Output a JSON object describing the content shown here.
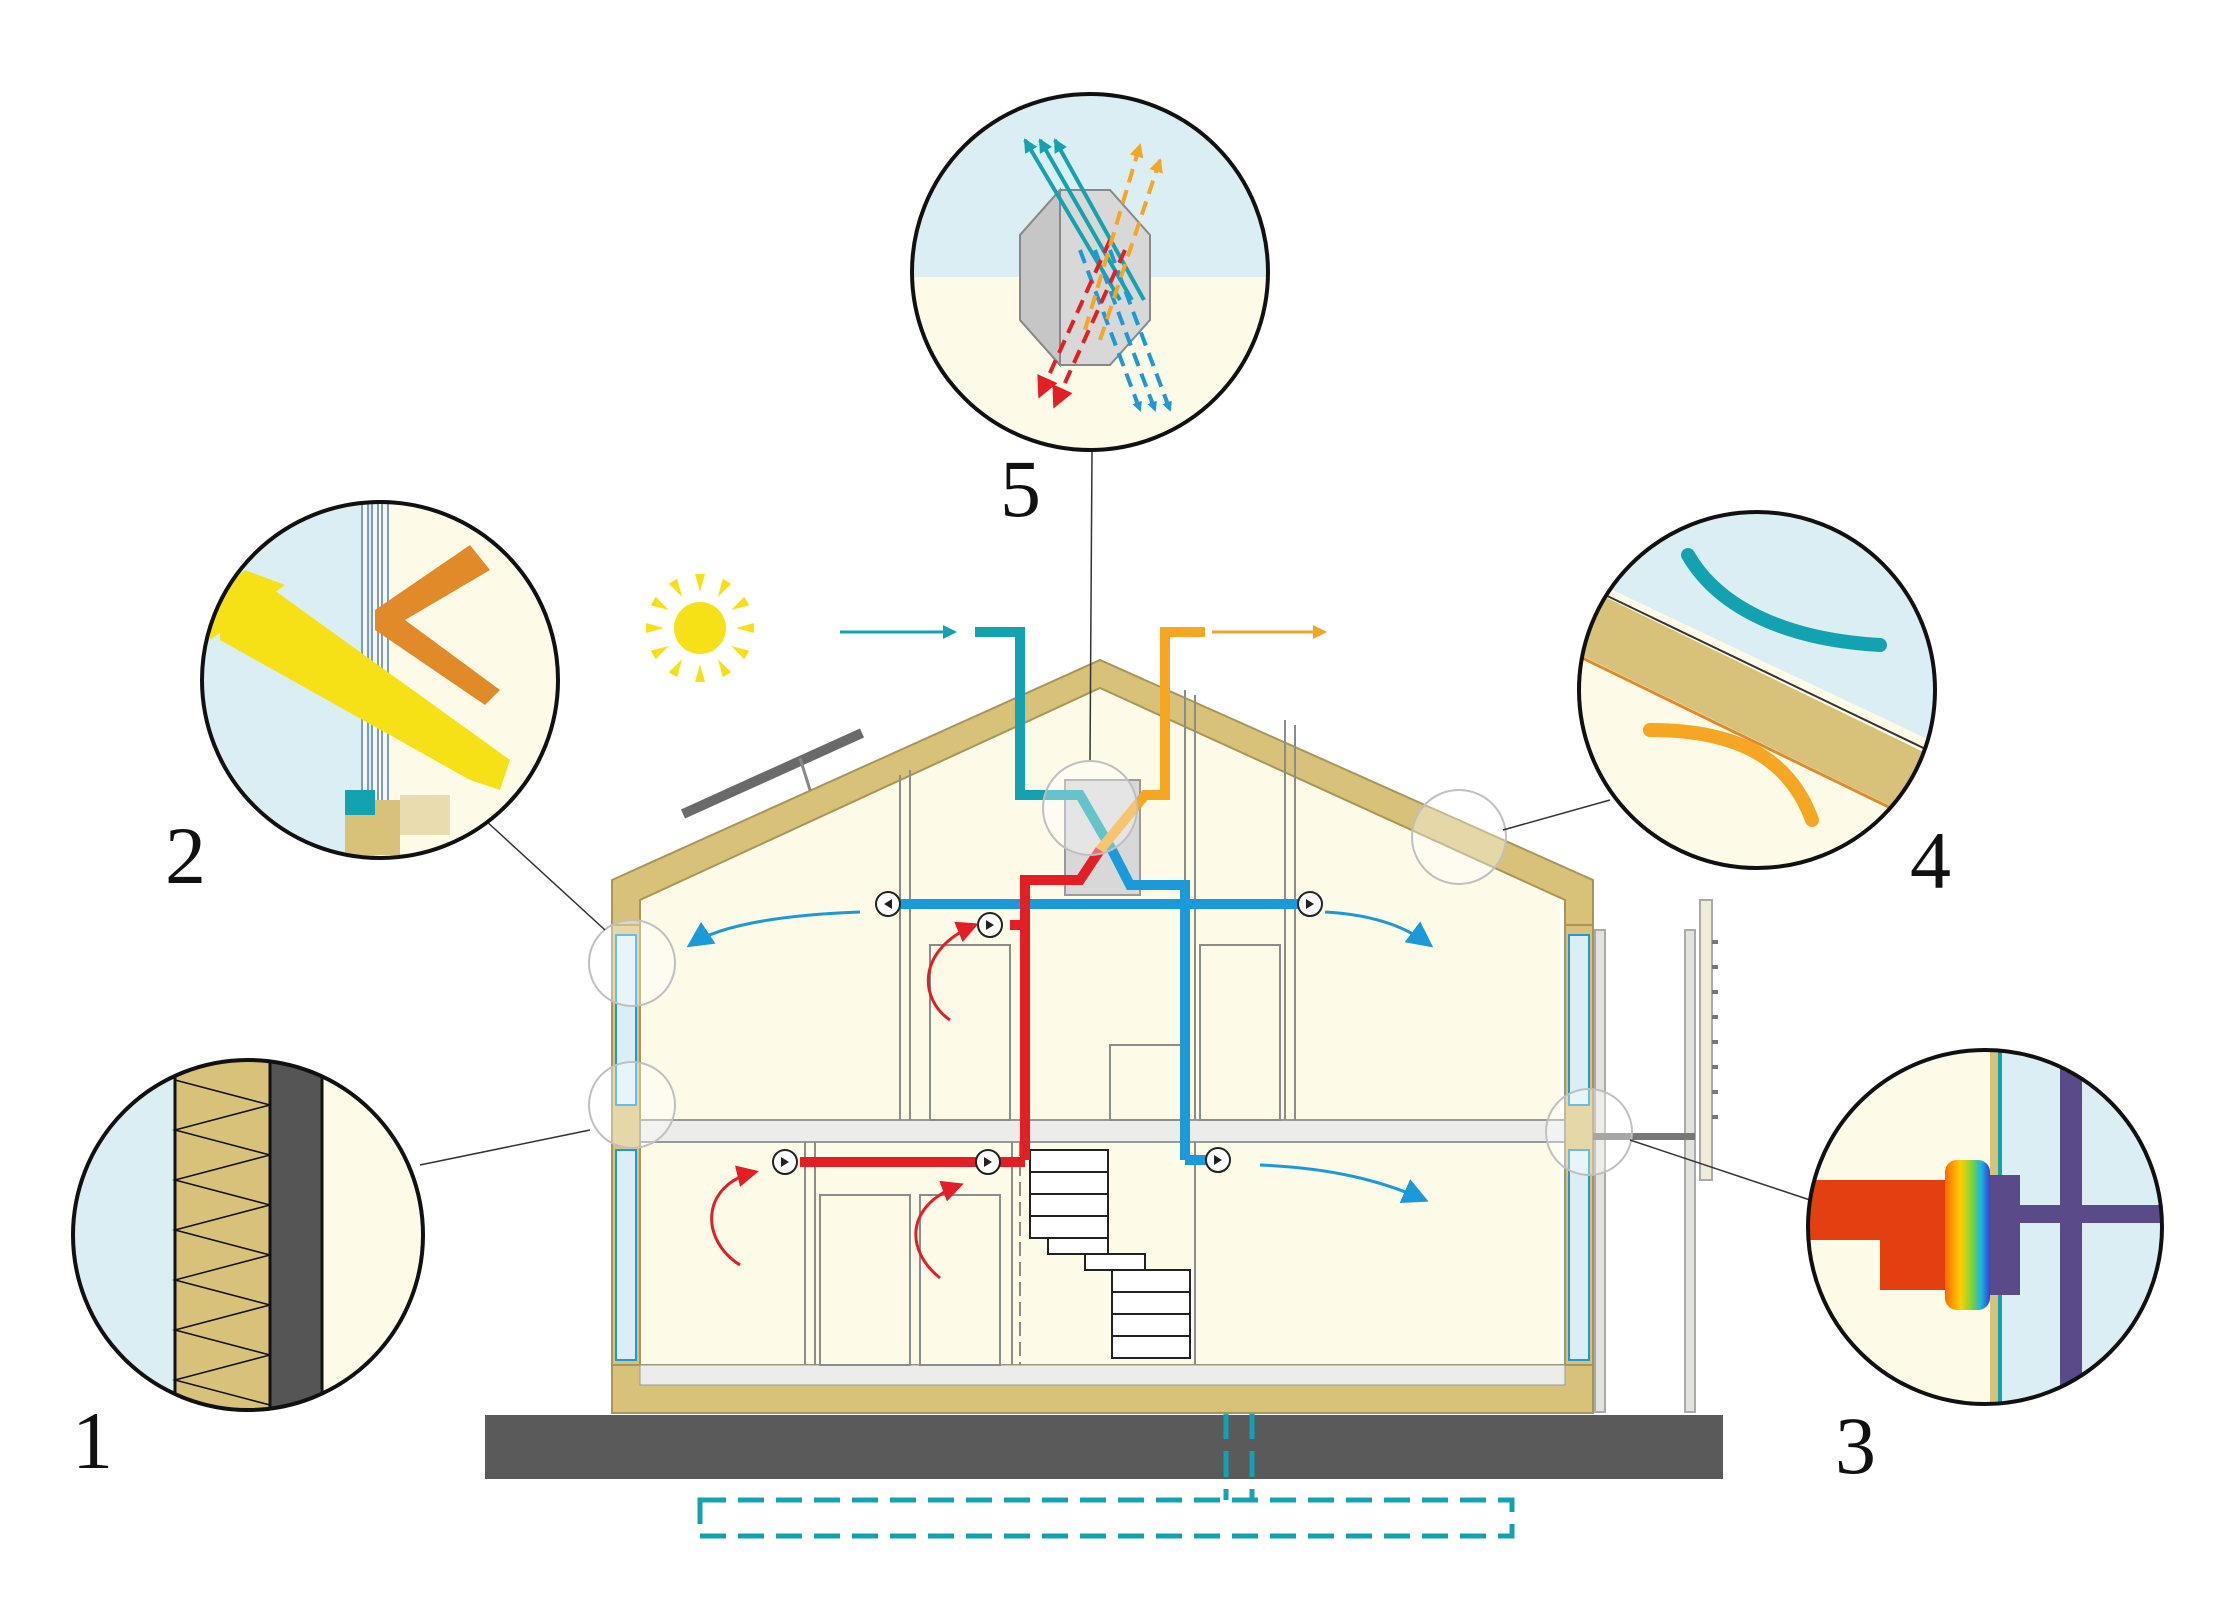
{
  "callouts": [
    {
      "id": "1",
      "label": "1",
      "topic": "insulated-wall-section"
    },
    {
      "id": "2",
      "label": "2",
      "topic": "window-solar-gain"
    },
    {
      "id": "3",
      "label": "3",
      "topic": "thermal-bridge-free-connection"
    },
    {
      "id": "4",
      "label": "4",
      "topic": "airtight-roof-envelope"
    },
    {
      "id": "5",
      "label": "5",
      "topic": "heat-recovery-exchanger"
    }
  ],
  "colors": {
    "outdoor_sky": "#dbeef4",
    "indoor": "#fdfbe8",
    "insulation": "#d8c27a",
    "ground": "#5a5a5a",
    "fresh_air": "#1a9ad8",
    "outside_air": "#13a3b0",
    "extract_air": "#e31e24",
    "exhaust_air": "#f5a623",
    "sun": "#f6e117"
  },
  "icons": [
    "sun-icon",
    "solar-panel-icon",
    "heat-exchanger-icon",
    "fan-valve-icon",
    "ground-heat-exchanger-icon"
  ]
}
